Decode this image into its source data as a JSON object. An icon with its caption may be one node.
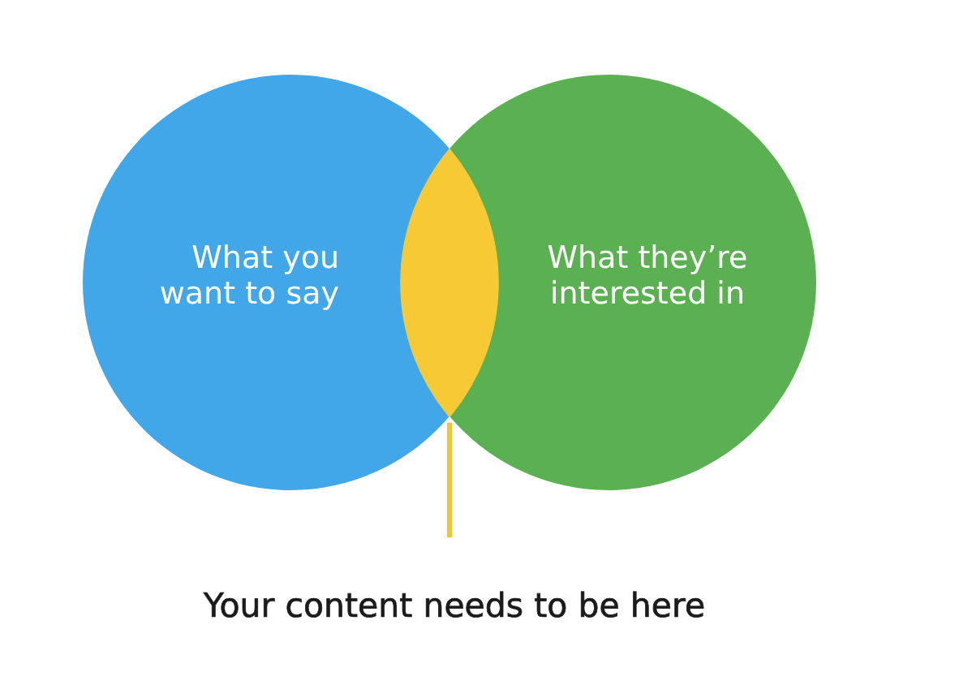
{
  "diagram": {
    "nodes": [
      {
        "text": [
          "What you want to say"
        ]
      },
      {
        "text": [
          "What they’re interested in"
        ]
      },
      {
        "text": [],
        "shape": "lens"
      },
      {
        "text": [
          "Your content needs to be here"
        ]
      }
    ],
    "edges": [
      {
        "from": 3,
        "to": 2,
        "arrow": "none"
      }
    ]
  }
}
